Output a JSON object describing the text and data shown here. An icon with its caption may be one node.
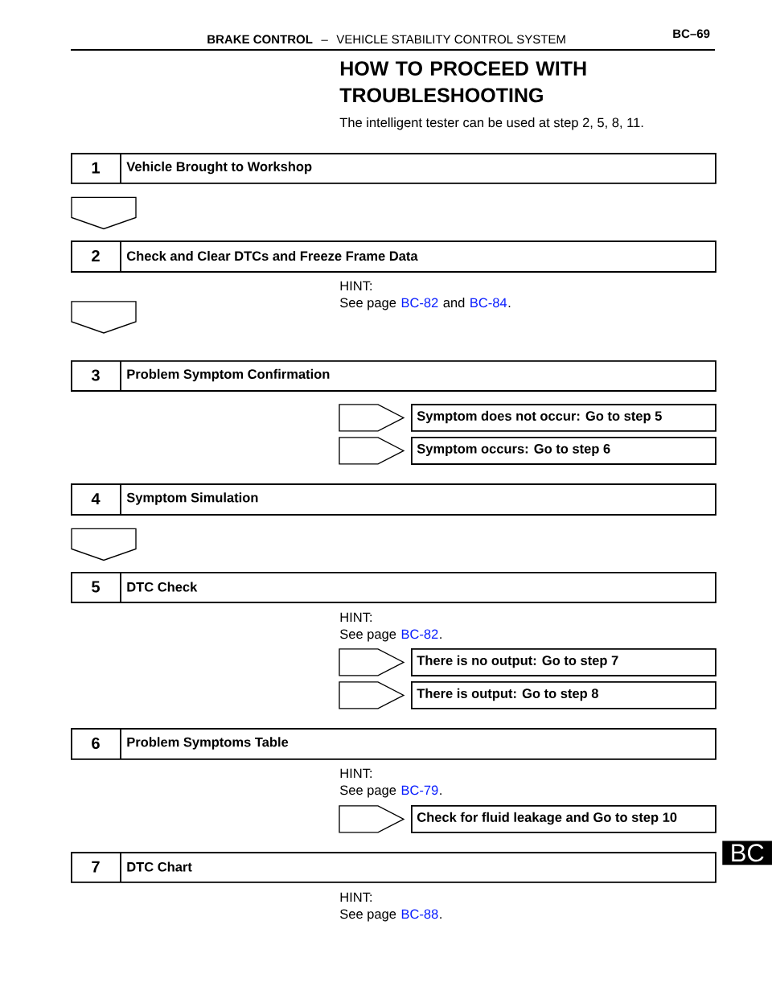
{
  "diagram": {
    "title": "HOW TO PROCEED WITH TROUBLESHOOTING",
    "nodes": [
      {
        "text": [
          "1",
          "Vehicle Brought to Workshop"
        ]
      },
      {
        "text": [
          "2",
          "Check and Clear DTCs and Freeze Frame Data"
        ]
      },
      {
        "text": [
          "3",
          "Problem Symptom Confirmation"
        ]
      },
      {
        "text": [
          "Symptom does not occur: Go to step 5"
        ]
      },
      {
        "text": [
          "Symptom occurs: Go to step 6"
        ]
      },
      {
        "text": [
          "4",
          "Symptom Simulation"
        ]
      },
      {
        "text": [
          "5",
          "DTC Check"
        ]
      },
      {
        "text": [
          "There is no output: Go to step 7"
        ]
      },
      {
        "text": [
          "There is output: Go to step 8"
        ]
      },
      {
        "text": [
          "6",
          "Problem Symptoms Table"
        ]
      },
      {
        "text": [
          "Check for fluid leakage and Go to step 10"
        ]
      },
      {
        "text": [
          "7",
          "DTC Chart"
        ]
      }
    ],
    "edges": [
      {
        "from": 0,
        "to": 1,
        "arrow": "to"
      },
      {
        "from": 1,
        "to": 2,
        "arrow": "to"
      },
      {
        "from": null,
        "to": 3,
        "arrow": "to"
      },
      {
        "from": null,
        "to": 4,
        "arrow": "to"
      },
      {
        "from": 5,
        "to": 6,
        "arrow": "to"
      },
      {
        "from": null,
        "to": 7,
        "arrow": "to"
      },
      {
        "from": null,
        "to": 8,
        "arrow": "to"
      },
      {
        "from": null,
        "to": 10,
        "arrow": "to"
      }
    ],
    "labels": [
      "BRAKE CONTROL",
      "–",
      "VEHICLE STABILITY CONTROL SYSTEM",
      "BC–69",
      "The intelligent tester can be used at step 2, 5, 8, 11.",
      "HINT:",
      "See page",
      "BC-82",
      "and",
      "BC-84",
      ".",
      "HINT:",
      "See page",
      "BC-82",
      ".",
      "HINT:",
      "See page",
      "BC-79",
      ".",
      "HINT:",
      "See page",
      "BC-88",
      ".",
      "BC"
    ]
  }
}
